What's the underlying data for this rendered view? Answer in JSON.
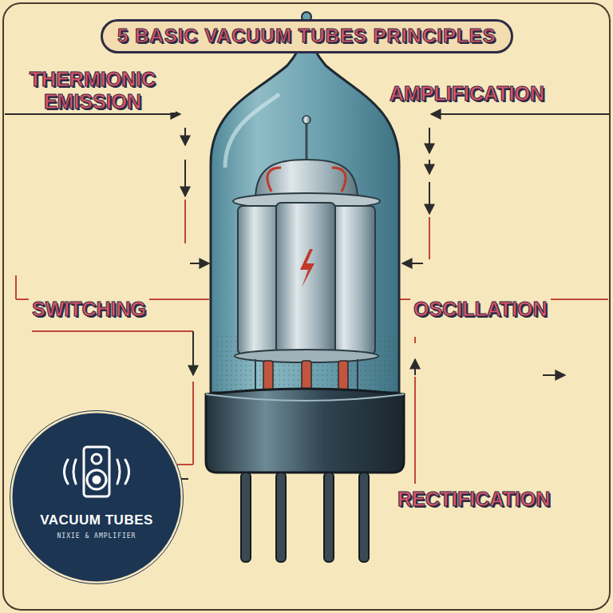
{
  "diagram": {
    "title": "5 BASIC VACUUM TUBES PRINCIPLES",
    "nodes": [
      {
        "text": [
          "VACUUM TUBES",
          "NIXIE & AMPLIFIER"
        ]
      }
    ],
    "labels": [
      "THERMIONIC EMISSION",
      "AMPLIFICATION",
      "SWITCHING",
      "OSCILLATION",
      "RECTIFICATION"
    ]
  }
}
